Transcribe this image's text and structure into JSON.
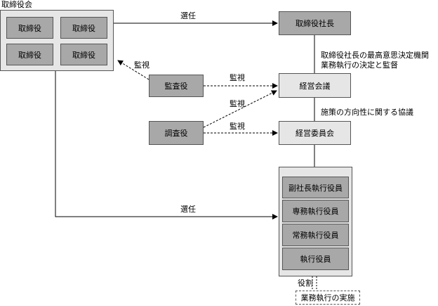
{
  "board": {
    "title": "取締役会",
    "members": [
      "取締役",
      "取締役",
      "取締役",
      "取締役"
    ]
  },
  "president": "取締役社長",
  "auditor": "監査役",
  "investigator": "調査役",
  "management_meeting": "経営会議",
  "management_committee": "経営委員会",
  "officers": [
    "副社長執行役員",
    "専務執行役員",
    "常務執行役員",
    "執行役員"
  ],
  "execution": "業務執行の実施",
  "labels": {
    "appoint_top": "選任",
    "appoint_bottom": "選任",
    "monitor_board": "監視",
    "monitor_auditor": "監視",
    "monitor_investigator_up": "監視",
    "monitor_investigator": "監視",
    "meeting_desc_1": "取締役社長の最高意思決定機関",
    "meeting_desc_2": "業務執行の決定と監督",
    "committee_desc": "施策の方向性に関する協議",
    "role": "役割"
  }
}
